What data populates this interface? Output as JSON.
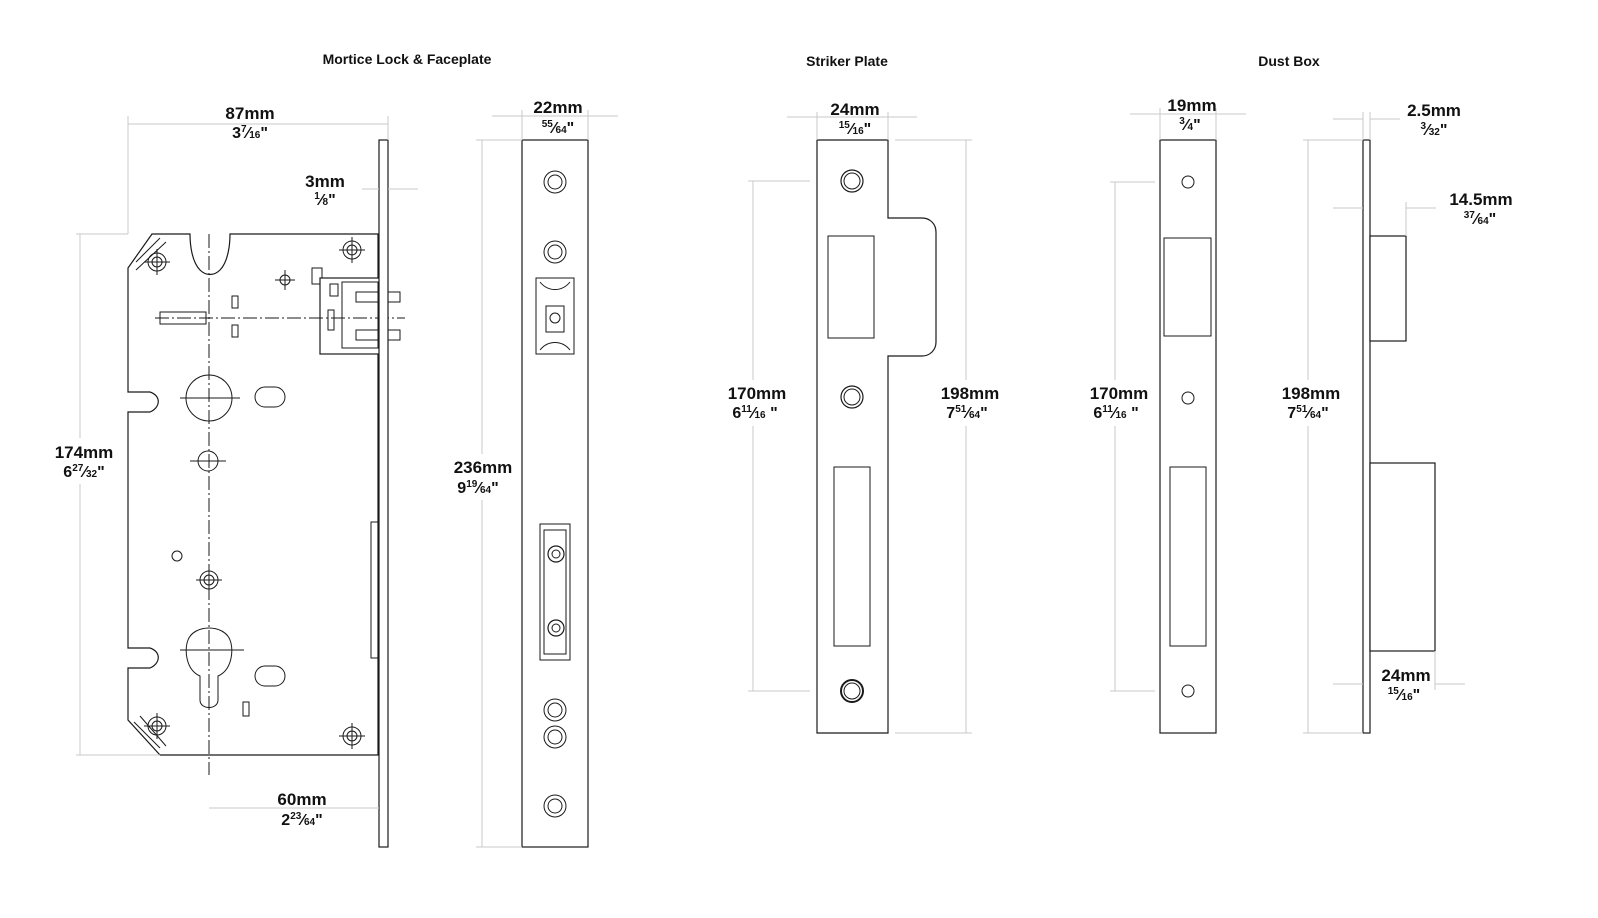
{
  "titles": {
    "mortice": "Mortice Lock & Faceplate",
    "striker": "Striker Plate",
    "dustbox": "Dust Box"
  },
  "dimensions": {
    "lock_width": {
      "mm": "87mm",
      "whole": "3",
      "num": "7",
      "den": "16"
    },
    "faceplate_thick": {
      "mm": "3mm",
      "whole": "",
      "num": "1",
      "den": "8"
    },
    "lock_height": {
      "mm": "174mm",
      "whole": "6",
      "num": "27",
      "den": "32"
    },
    "backset": {
      "mm": "60mm",
      "whole": "2",
      "num": "23",
      "den": "64"
    },
    "faceplate_width": {
      "mm": "22mm",
      "whole": "",
      "num": "55",
      "den": "64"
    },
    "faceplate_height": {
      "mm": "236mm",
      "whole": "9",
      "num": "19",
      "den": "64"
    },
    "striker_width": {
      "mm": "24mm",
      "whole": "",
      "num": "15",
      "den": "16"
    },
    "striker_centres": {
      "mm": "170mm",
      "whole": "6",
      "num": "11",
      "den": "16"
    },
    "striker_height": {
      "mm": "198mm",
      "whole": "7",
      "num": "51",
      "den": "64"
    },
    "dust_width": {
      "mm": "19mm",
      "whole": "",
      "num": "3",
      "den": "4"
    },
    "dust_centres": {
      "mm": "170mm",
      "whole": "6",
      "num": "11",
      "den": "16"
    },
    "dust_height": {
      "mm": "198mm",
      "whole": "7",
      "num": "51",
      "den": "64"
    },
    "dust_thick": {
      "mm": "2.5mm",
      "whole": "",
      "num": "3",
      "den": "32"
    },
    "dust_depth_top": {
      "mm": "14.5mm",
      "whole": "",
      "num": "37",
      "den": "64"
    },
    "dust_depth_bot": {
      "mm": "24mm",
      "whole": "",
      "num": "15",
      "den": "16"
    }
  }
}
